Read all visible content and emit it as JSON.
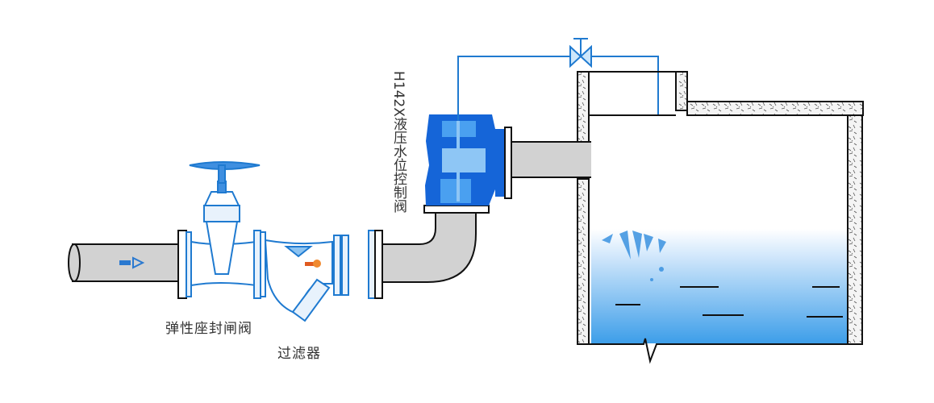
{
  "labels": {
    "gate_valve": "弹性座封闸阀",
    "strainer": "过滤器",
    "control_valve": "H142X液压水位控制阀"
  },
  "colors": {
    "valve_blue": "#1a6fd6",
    "line_blue": "#1f7ad0",
    "pipe_gray": "#cfcfcf",
    "water_top": "#ffffff",
    "water_bottom": "#3a9be8",
    "flow_arrow": "#e05a20"
  }
}
